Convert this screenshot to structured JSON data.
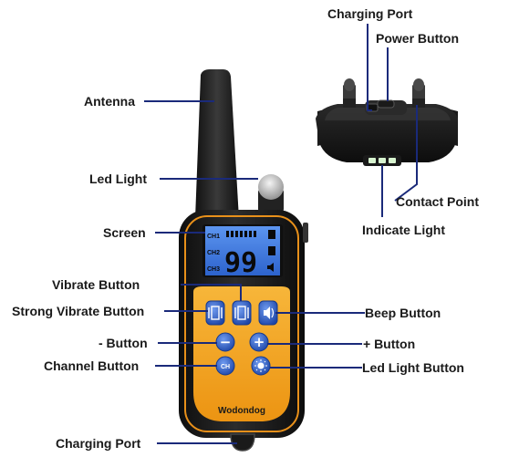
{
  "labels": {
    "antenna": "Antenna",
    "led_light": "Led Light",
    "screen": "Screen",
    "vibrate_button": "Vibrate Button",
    "strong_vibrate_button": "Strong Vibrate Button",
    "minus_button": "- Button",
    "channel_button": "Channel Button",
    "charging_port_remote": "Charging Port",
    "charging_port_collar": "Charging Port",
    "power_button": "Power Button",
    "contact_point": "Contact Point",
    "indicate_light": "Indicate Light",
    "beep_button": "Beep Button",
    "plus_button": "+ Button",
    "led_light_button": "Led Light Button"
  },
  "screen": {
    "ch1": "CH1",
    "ch2": "CH2",
    "ch3": "CH3",
    "level": "99"
  },
  "remote": {
    "brand": "Wodondog",
    "ch_button": "CH",
    "minus_glyph": "−",
    "plus_glyph": "+"
  },
  "colors": {
    "body": "#1c1c1c",
    "accent_orange": "#f5a623",
    "button_blue": "#2f5fc8",
    "screen_blue": "#3f7be0",
    "leader": "#1a2a7a"
  },
  "icons": {
    "led": "sun-icon",
    "beep": "speaker-icon",
    "vibrate": "vibrate-icon"
  }
}
